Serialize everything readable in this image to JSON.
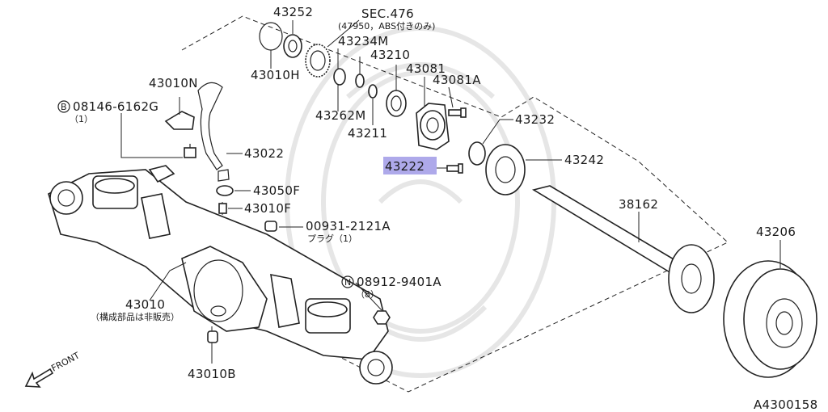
{
  "diagram_id": "A4300158",
  "front_label": "FRONT",
  "highlight_color": "#6b63d8",
  "labels": {
    "p43252": "43252",
    "sec476": "SEC.476",
    "sec476_note": "(47950，ABS付きのみ)",
    "p43234m": "43234M",
    "p43210": "43210",
    "p43081": "43081",
    "p43081a": "43081A",
    "p43010h": "43010H",
    "p43010n": "43010N",
    "p08146_6162g": "08146-6162G",
    "p08146_qty": "（1）",
    "p43262m": "43262M",
    "p43211": "43211",
    "p43232": "43232",
    "p43022": "43022",
    "p43222": "43222",
    "p43242": "43242",
    "p43050f": "43050F",
    "p43010f": "43010F",
    "p38162": "38162",
    "p00931_2121a": "00931-2121A",
    "plug_note": "プラグ（1）",
    "p43206": "43206",
    "p08912_9401a": "08912-9401A",
    "p08912_qty": "（8）",
    "p43010": "43010",
    "p43010_note": "（構成部品は非販売）",
    "p43010b": "43010B",
    "circle_b": "B",
    "circle_n": "N"
  }
}
